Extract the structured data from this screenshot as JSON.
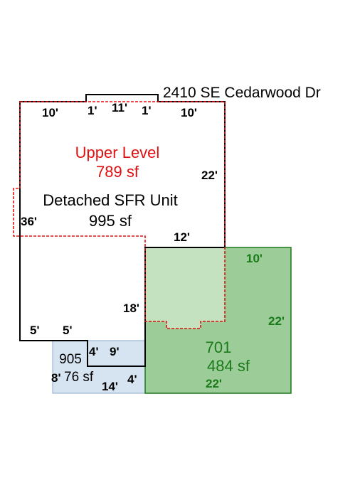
{
  "address": "2410 SE Cedarwood Dr",
  "colors": {
    "main_outline": "#000000",
    "upper_outline": "#e01010",
    "upper_text": "#e01010",
    "green_fill": "#9ccc98",
    "green_overlap_fill": "#c4e2bf",
    "green_stroke": "#1a7a1a",
    "green_text": "#1a7a1a",
    "blue_fill": "#d6e4f2",
    "blue_stroke": "#8aa8c8"
  },
  "areas": {
    "upper": {
      "name": "Upper Level",
      "size": "789 sf"
    },
    "main": {
      "name": "Detached SFR Unit",
      "size": "995 sf"
    },
    "green": {
      "code": "701",
      "size": "484 sf"
    },
    "blue": {
      "code": "905",
      "size": "76 sf"
    }
  },
  "dimensions": {
    "top_left": "10'",
    "bump_left": "1'",
    "bump_top": "11'",
    "bump_right": "1'",
    "top_right": "10'",
    "right_side": "22'",
    "left_side": "36'",
    "notch_top": "12'",
    "notch_side": "18'",
    "bottom_left_a": "5'",
    "bottom_left_b": "5'",
    "step_a": "4'",
    "step_b": "9'",
    "blue_left": "8'",
    "blue_bottom": "14'",
    "blue_bottom_b": "4'",
    "green_top": "10'",
    "green_right": "22'",
    "green_bottom": "22'"
  }
}
